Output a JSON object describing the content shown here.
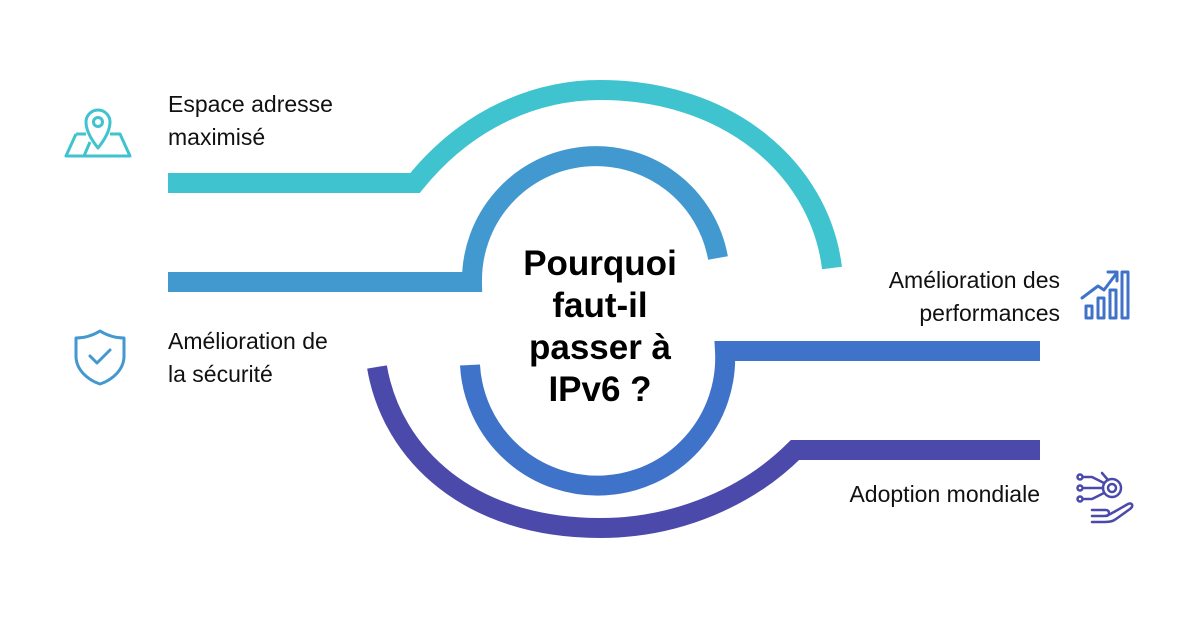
{
  "title": {
    "lines": [
      "Pourquoi",
      "faut-il",
      "passer à",
      "IPv6 ?"
    ]
  },
  "benefits": [
    {
      "lines": [
        "Espace adresse",
        "maximisé"
      ],
      "icon": "map-pin-icon",
      "color": "#3fc3cf"
    },
    {
      "lines": [
        "Amélioration de",
        "la sécurité"
      ],
      "icon": "shield-check-icon",
      "color": "#4299d0"
    },
    {
      "lines": [
        "Amélioration des",
        "performances"
      ],
      "icon": "growth-chart-icon",
      "color": "#3f73c9"
    },
    {
      "lines": [
        "Adoption mondiale"
      ],
      "icon": "tech-hand-icon",
      "color": "#4b4aab"
    }
  ],
  "colors": {
    "teal": "#3fc3cf",
    "blue": "#4299d0",
    "royal": "#3f73c9",
    "indigo": "#4b4aab"
  }
}
